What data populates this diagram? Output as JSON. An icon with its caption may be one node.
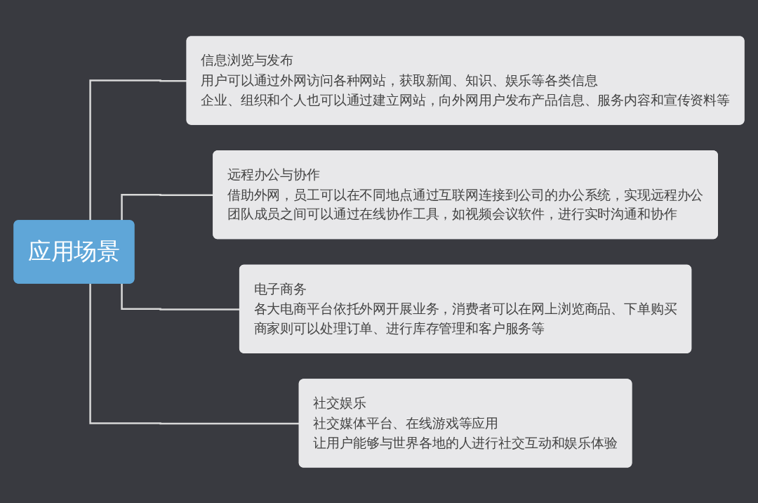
{
  "diagram": {
    "nodes": [
      {
        "text": [
          "应用场景"
        ]
      },
      {
        "text": [
          "信息浏览与发布",
          "用户可以通过外网访问各种网站，获取新闻、知识、娱乐等各类信息",
          "企业、组织和个人也可以通过建立网站，向外网用户发布产品信息、服务内容和宣传资料等"
        ]
      },
      {
        "text": [
          "远程办公与协作",
          "借助外网，员工可以在不同地点通过互联网连接到公司的办公系统，实现远程办公",
          "团队成员之间可以通过在线协作工具，如视频会议软件，进行实时沟通和协作"
        ]
      },
      {
        "text": [
          "电子商务",
          "各大电商平台依托外网开展业务，消费者可以在网上浏览商品、下单购买",
          "商家则可以处理订单、进行库存管理和客户服务等"
        ]
      },
      {
        "text": [
          "社交娱乐",
          "社交媒体平台、在线游戏等应用",
          "让用户能够与世界各地的人进行社交互动和娱乐体验"
        ]
      }
    ],
    "edges": [
      {
        "from": 0,
        "to": 1,
        "arrow": "none"
      },
      {
        "from": 0,
        "to": 2,
        "arrow": "none"
      },
      {
        "from": 0,
        "to": 3,
        "arrow": "none"
      },
      {
        "from": 0,
        "to": 4,
        "arrow": "none"
      }
    ]
  }
}
